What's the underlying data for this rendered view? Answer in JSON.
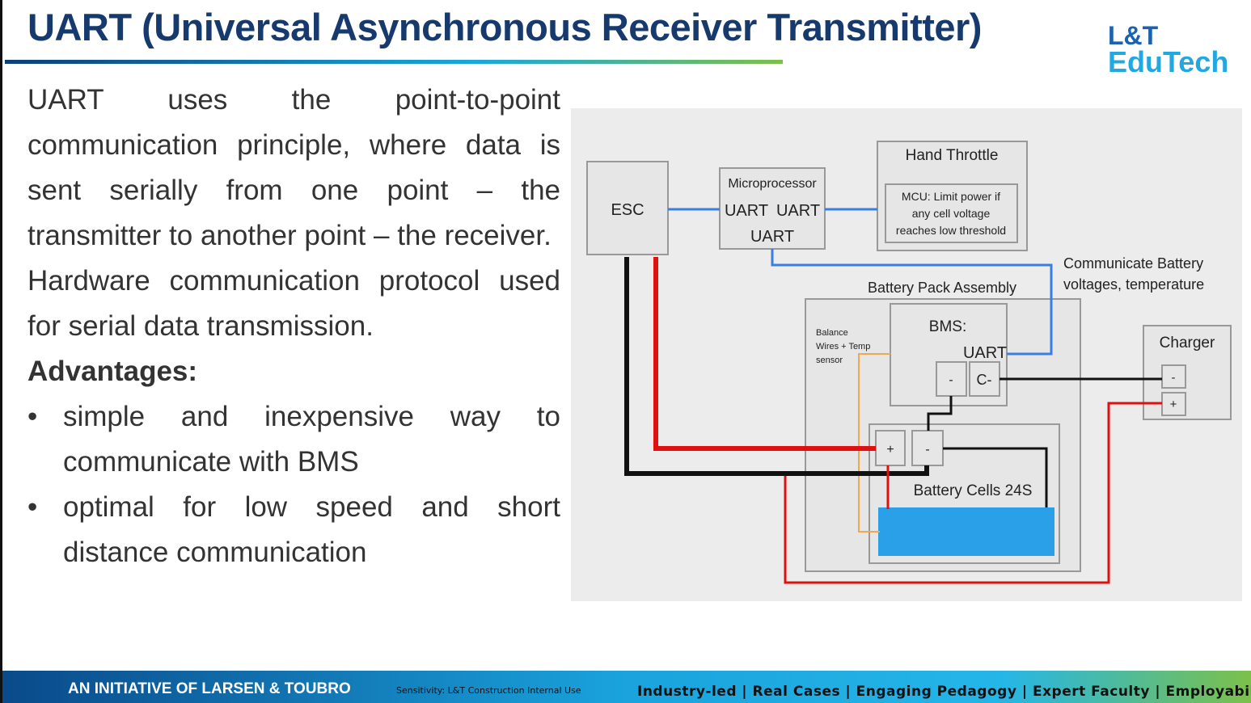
{
  "slide": {
    "title": "UART (Universal Asynchronous Receiver Transmitter)",
    "logo": {
      "line1": "L&T",
      "line2": "EduTech"
    },
    "paragraph1": "UART uses the point-to-point communication principle, where data is sent serially from one point – the transmitter to another point – the receiver.",
    "paragraph2": "Hardware communication protocol used for serial data transmission.",
    "advantages_heading": "Advantages:",
    "advantages": [
      "simple and inexpensive way to communicate with BMS",
      "optimal for low speed and short distance communication"
    ]
  },
  "diagram": {
    "esc": "ESC",
    "microprocessor": "Microprocessor",
    "uart1": "UART",
    "uart2": "UART",
    "uart3": "UART",
    "hand_throttle": "Hand Throttle",
    "mcu_line1": "MCU: Limit power if",
    "mcu_line2": "any cell voltage",
    "mcu_line3": "reaches low threshold",
    "communicate_line1": "Communicate Battery",
    "communicate_line2": "voltages, temperature",
    "battery_pack": "Battery Pack Assembly",
    "balance1": "Balance",
    "balance2": "Wires + Temp",
    "balance3": "sensor",
    "bms": "BMS:",
    "bms_uart": "UART",
    "bms_minus": "-",
    "bms_cminus": "C-",
    "charger": "Charger",
    "charger_minus": "-",
    "charger_plus": "+",
    "cell_plus": "+",
    "cell_minus": "-",
    "cells": "Battery Cells 24S",
    "colors": {
      "uart_wire": "#3a7ee0",
      "positive": "#e01010",
      "negative": "#111111",
      "balance": "#f0a850",
      "cells": "#2aa0e8"
    }
  },
  "footer": {
    "initiative": "AN INITIATIVE OF LARSEN & TOUBRO",
    "sensitivity": "Sensitivity: L&T Construction Internal Use",
    "tagline": "Industry-led | Real Cases | Engaging Pedagogy | Expert Faculty | Employability"
  }
}
